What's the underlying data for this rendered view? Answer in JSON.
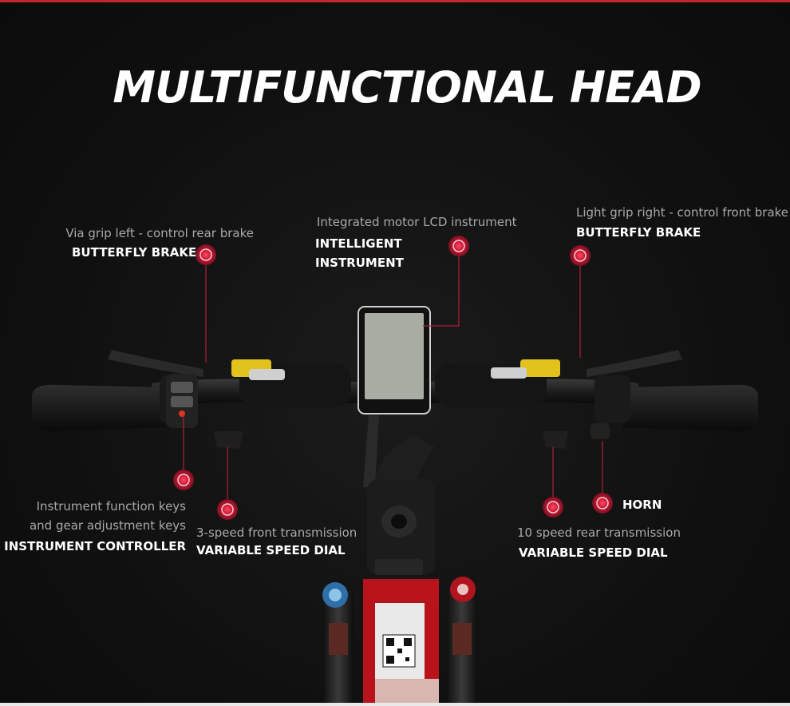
{
  "title": "MULTIFUNCTIONAL HEAD",
  "callouts": {
    "rear_brake": {
      "sub": "Via grip left - control rear brake",
      "main": "BUTTERFLY BRAKE"
    },
    "lcd": {
      "sub": "Integrated motor LCD instrument",
      "main_line1": "INTELLIGENT",
      "main_line2": "INSTRUMENT"
    },
    "front_brake": {
      "sub": "Light grip right - control front brake",
      "main": "BUTTERFLY BRAKE"
    },
    "controller": {
      "sub_line1": "Instrument function keys",
      "sub_line2": "and gear adjustment keys",
      "main": "INSTRUMENT CONTROLLER"
    },
    "front_dial": {
      "sub": "3-speed front transmission",
      "main": "VARIABLE SPEED DIAL"
    },
    "rear_dial": {
      "sub": "10 speed rear transmission",
      "main": "VARIABLE SPEED DIAL"
    },
    "horn": {
      "main": "HORN"
    }
  },
  "colors": {
    "accent": "#c1272d",
    "marker": "#e3213a",
    "background": "#111111",
    "text": "#ffffff",
    "subtext": "#a9a9a9"
  }
}
